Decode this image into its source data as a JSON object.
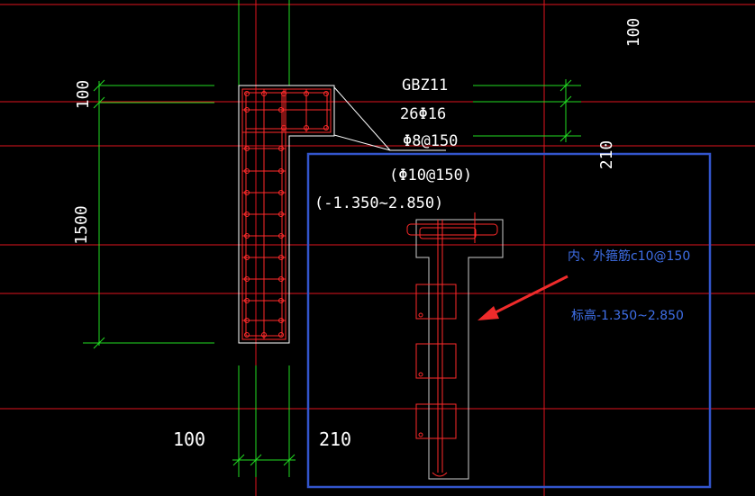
{
  "drawing": {
    "wall_label": {
      "name": "GBZ11",
      "main_bars": "26Φ16",
      "stirrups": "Φ8@150",
      "tie_bars": "(Φ10@150)",
      "elevation": "(-1.350~2.850)"
    },
    "dimensions": {
      "left_top": "100",
      "left_height": "1500",
      "right_top": "100",
      "right_mid": "210",
      "bottom_left": "100",
      "bottom_right": "210"
    },
    "annotation": {
      "stirrup_note": "内、外箍筋c10@150",
      "elevation_note": "标高-1.350~2.850"
    },
    "colors": {
      "background": "#000000",
      "axis_line": "#e0141e",
      "dim_line": "#22dd22",
      "rebar": "#ff2a2a",
      "outline": "#ffffff",
      "highlight_box": "#3355cc",
      "note_text": "#3f6fe8",
      "arrow": "#ef2b2b",
      "text": "#ffffff"
    }
  }
}
